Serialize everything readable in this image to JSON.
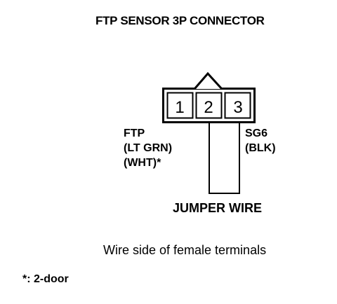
{
  "title": "FTP SENSOR 3P CONNECTOR",
  "connector": {
    "pins": [
      "1",
      "2",
      "3"
    ]
  },
  "left_wire": {
    "line1": "FTP",
    "line2": "(LT GRN)",
    "line3": "(WHT)*"
  },
  "right_wire": {
    "line1": "SG6",
    "line2": "(BLK)"
  },
  "jumper_label": "JUMPER WIRE",
  "caption": "Wire side of female terminals",
  "footnote": "*: 2-door"
}
